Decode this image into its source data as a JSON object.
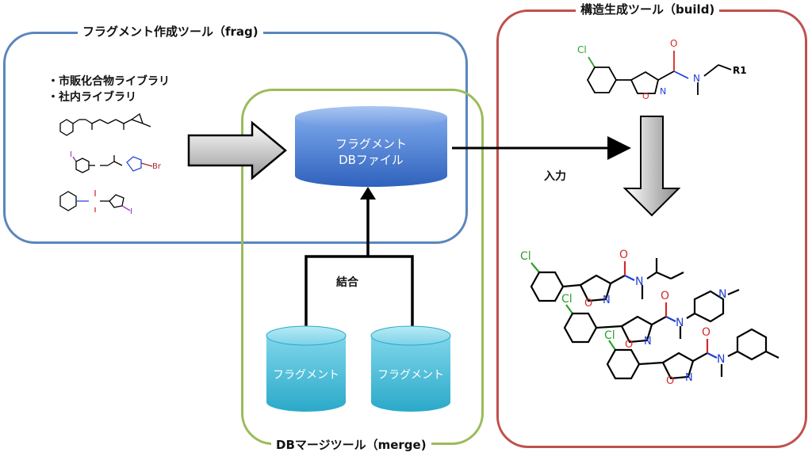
{
  "frag_tool": {
    "title": "フラグメント作成ツール（frag)",
    "bullets": [
      "・市販化合物ライブラリ",
      "・社内ライブラリ"
    ],
    "mol2_label": "Br",
    "mol3_label": "I",
    "mol2_i": "I"
  },
  "merge_tool": {
    "title": "DBマージツール（merge)",
    "db_main_line1": "フラグメント",
    "db_main_line2": "DBファイル",
    "join_label": "結合",
    "db_small_1": "フラグメント",
    "db_small_2": "フラグメント"
  },
  "build_tool": {
    "title": "構造生成ツール（build)",
    "input_label": "入力",
    "template": {
      "cl": "Cl",
      "o": "O",
      "n": "N",
      "ring_o": "O",
      "ring_n": "N",
      "r1": "R1"
    },
    "products": [
      {
        "cl": "Cl",
        "o": "O",
        "n": "N",
        "ring_o": "O",
        "ring_n": "N"
      },
      {
        "cl": "Cl",
        "o": "O",
        "n": "N",
        "ring_o": "O",
        "ring_n": "N",
        "pip_n": "N"
      },
      {
        "cl": "Cl",
        "o": "O",
        "n": "N",
        "ring_o": "O",
        "ring_n": "N"
      }
    ]
  },
  "colors": {
    "frag_border": "#5a86bd",
    "merge_border": "#9bbb59",
    "build_border": "#c0504d",
    "db_main": "#4f81d4",
    "db_small": "#4bbcd6"
  }
}
